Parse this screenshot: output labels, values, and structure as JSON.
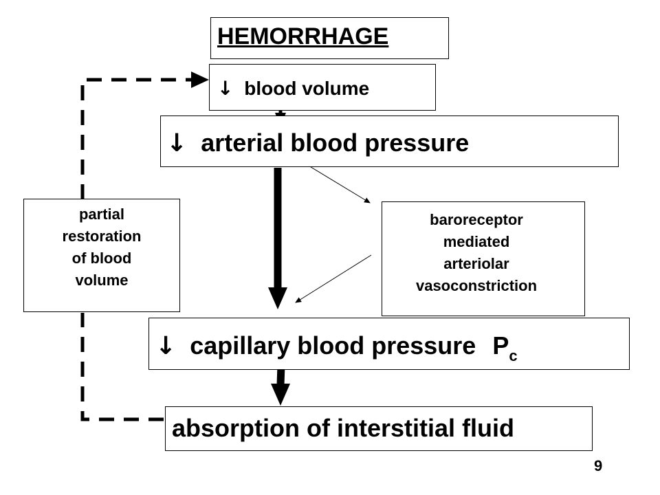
{
  "diagram": {
    "title": "HEMORRHAGE",
    "down_symbol": "↓",
    "nodes": {
      "blood_volume": "blood volume",
      "arterial": "arterial blood pressure",
      "baroreceptor": [
        "baroreceptor",
        "mediated",
        "arteriolar",
        "vasoconstriction"
      ],
      "capillary": "capillary blood pressure",
      "capillary_symbol": "P",
      "capillary_subscript": "c",
      "absorption": "absorption of interstitial fluid",
      "restoration": [
        "partial",
        "restoration",
        "of blood",
        "volume"
      ]
    },
    "page_number": "9"
  }
}
